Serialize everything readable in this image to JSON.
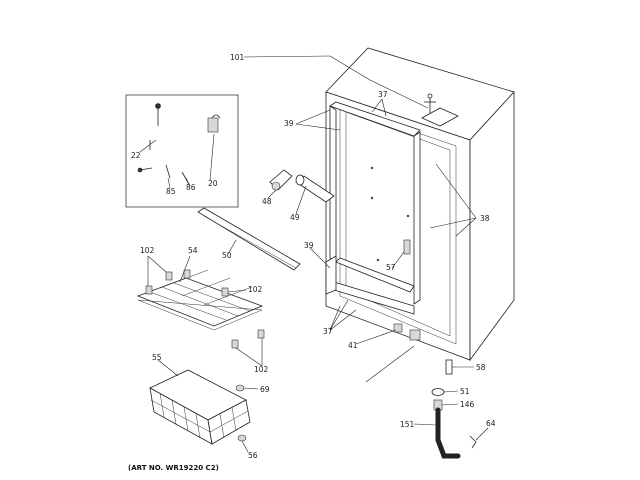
{
  "art_number": "(ART NO. WR19220 C2)",
  "callouts": {
    "c101": "101",
    "c37a": "37",
    "c39a": "39",
    "c38": "38",
    "c39b": "39",
    "c37b": "37",
    "c41": "41",
    "c48": "48",
    "c49": "49",
    "c50": "50",
    "c102a": "102",
    "c54": "54",
    "c102b": "102",
    "c102c": "102",
    "c55": "55",
    "c69": "69",
    "c56": "56",
    "c58": "58",
    "c51": "51",
    "c146": "146",
    "c151": "151",
    "c64": "64",
    "c57": "57",
    "c22": "22",
    "c85": "85",
    "c86": "86",
    "c20": "20"
  }
}
